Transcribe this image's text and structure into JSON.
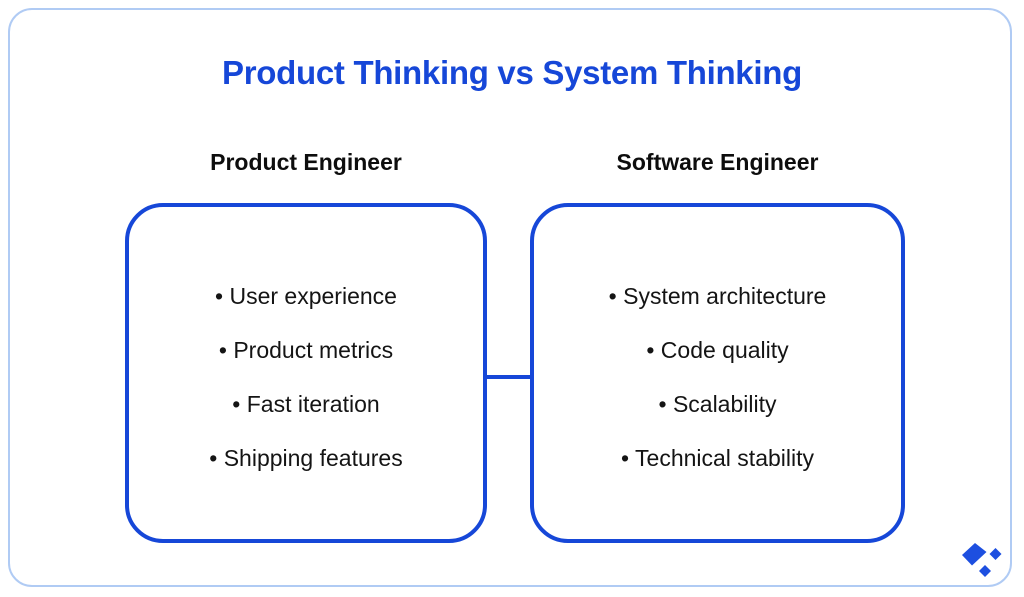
{
  "title": "Product Thinking vs System Thinking",
  "bullet": "•",
  "colors": {
    "accent_blue": "#1647d8",
    "frame_light_blue": "#b0cbf4",
    "text_black": "#141414",
    "logo_blue": "#1d4fe0",
    "background": "#ffffff"
  },
  "columns": [
    {
      "header": "Product Engineer",
      "items": [
        "User experience",
        "Product metrics",
        "Fast iteration",
        "Shipping features"
      ]
    },
    {
      "header": "Software Engineer",
      "items": [
        "System architecture",
        "Code quality",
        "Scalability",
        "Technical stability"
      ]
    }
  ]
}
